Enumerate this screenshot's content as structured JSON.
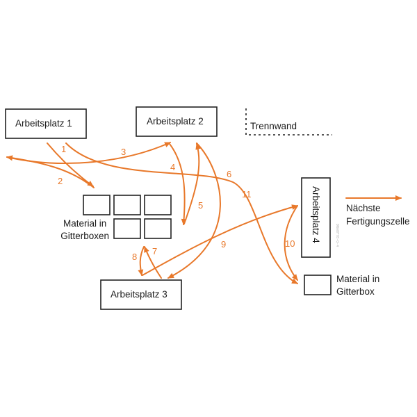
{
  "colors": {
    "flow": "#e8782a",
    "box_stroke": "#222222",
    "text": "#1a1a1a"
  },
  "workstations": [
    {
      "id": "ap1",
      "label": "Arbeitsplatz 1"
    },
    {
      "id": "ap2",
      "label": "Arbeitsplatz 2"
    },
    {
      "id": "ap3",
      "label": "Arbeitsplatz 3"
    },
    {
      "id": "ap4",
      "label": "Arbeitsplatz 4"
    }
  ],
  "partition_label": "Trennwand",
  "material_boxes_label": "Material in\nGitterboxen",
  "material_box_label": "Material in\nGitterbox",
  "next_cell_label": "Nächste\nFertigungszelle",
  "side_code": "DNA8F78-Q-4",
  "step_labels": [
    "1",
    "2",
    "3",
    "4",
    "5",
    "6",
    "7",
    "8",
    "9",
    "10",
    "11"
  ]
}
